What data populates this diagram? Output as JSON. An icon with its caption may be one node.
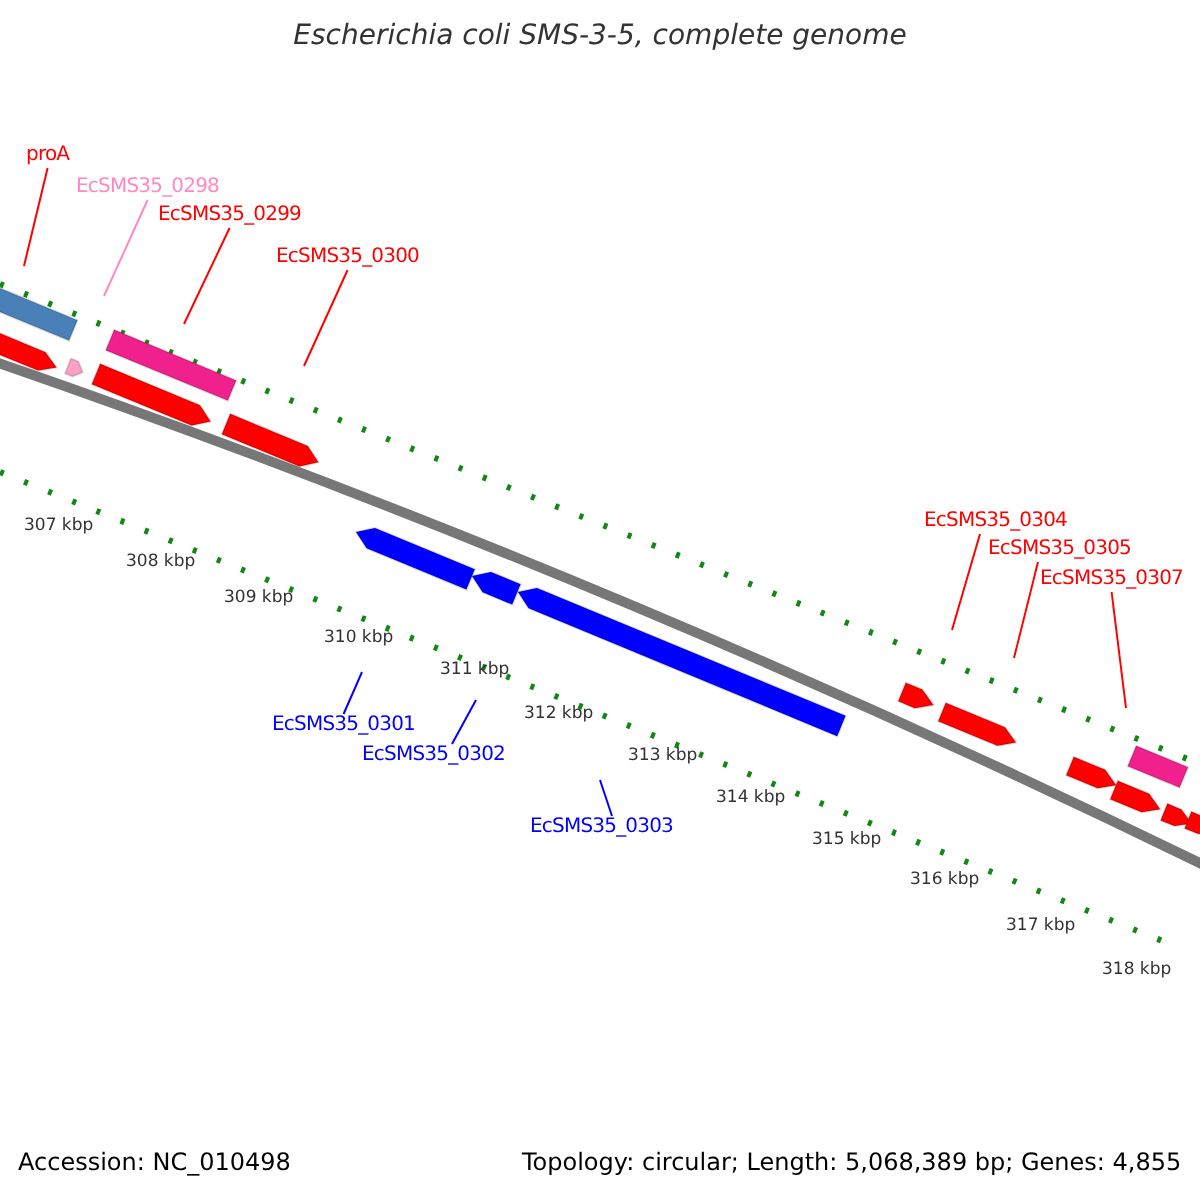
{
  "diagram": {
    "title": "Escherichia coli SMS-3-5, complete genome",
    "nodes": [
      {
        "text": [
          "proA"
        ]
      },
      {
        "text": [
          "EcSMS35_0298"
        ]
      },
      {
        "text": [
          "EcSMS35_0299"
        ]
      },
      {
        "text": [
          "EcSMS35_0300"
        ]
      },
      {
        "text": [
          "EcSMS35_0301"
        ]
      },
      {
        "text": [
          "EcSMS35_0302"
        ]
      },
      {
        "text": [
          "EcSMS35_0303"
        ]
      },
      {
        "text": [
          "EcSMS35_0304"
        ]
      },
      {
        "text": [
          "EcSMS35_0305"
        ]
      },
      {
        "text": [
          "EcSMS35_0307"
        ]
      }
    ],
    "edges": [
      {
        "from": 0,
        "to": null,
        "arrow": "none"
      },
      {
        "from": 1,
        "to": null,
        "arrow": "none",
        "color": "#ff88c4"
      },
      {
        "from": 2,
        "to": null,
        "arrow": "none"
      },
      {
        "from": 3,
        "to": null,
        "arrow": "none"
      },
      {
        "from": 4,
        "to": null,
        "arrow": "none",
        "color": "#0000ff"
      },
      {
        "from": 5,
        "to": null,
        "arrow": "none",
        "color": "#0000ff"
      },
      {
        "from": 6,
        "to": null,
        "arrow": "none",
        "color": "#0000ff"
      },
      {
        "from": 7,
        "to": null,
        "arrow": "none"
      },
      {
        "from": 8,
        "to": null,
        "arrow": "none"
      },
      {
        "from": 9,
        "to": null,
        "arrow": "none"
      }
    ],
    "labels": [
      "307 kbp",
      "308 kbp",
      "309 kbp",
      "310 kbp",
      "311 kbp",
      "312 kbp",
      "313 kbp",
      "314 kbp",
      "315 kbp",
      "316 kbp",
      "317 kbp",
      "318 kbp",
      "Accession: NC_010498",
      "Topology: circular; Length: 5,068,389 bp; Genes: 4,855"
    ]
  }
}
